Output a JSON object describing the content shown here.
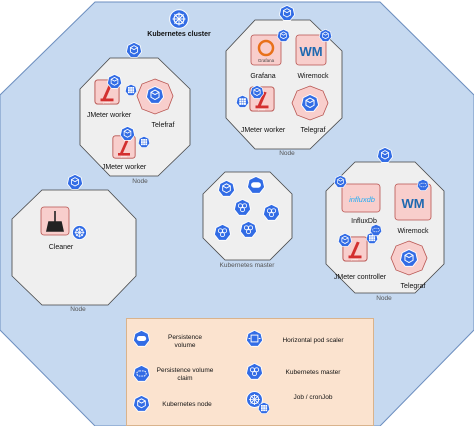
{
  "cluster": {
    "title": "Kubernetes cluster"
  },
  "nodes": {
    "left_top": {
      "label": "Node",
      "pods": [
        "JMeter worker",
        "Telefraf",
        "JMeter worker"
      ]
    },
    "right_top": {
      "label": "Node",
      "pods": [
        "Grafana",
        "Wiremock",
        "JMeter worker",
        "Telegraf"
      ]
    },
    "left_bottom": {
      "label": "Node",
      "pods": [
        "Cleaner"
      ]
    },
    "master": {
      "label": "Kubernetes master"
    },
    "right_bottom": {
      "label": "Node",
      "pods": [
        "InfluxDb",
        "Wiremock",
        "JMeter controller",
        "Telegraf"
      ]
    }
  },
  "logos": {
    "grafana": "Grafana",
    "wiremock": "WM",
    "influxdb": "influxdb",
    "jmeter": "jmeter"
  },
  "legend": {
    "items": [
      "Persistence volume",
      "Horizontal pod scaler",
      "Persistence volume claim",
      "Kubernetes master",
      "Kubernetes node",
      "Job / cronJob"
    ]
  },
  "colors": {
    "cluster_fill": "#c6d9f0",
    "node_fill": "#efefef",
    "pod_fill": "#f8cecc",
    "pod_stroke": "#b85450",
    "k8s_blue": "#326ce5",
    "legend_fill": "#fbe3cf"
  },
  "icons": [
    "kubernetes-icon",
    "cube-icon",
    "pv-icon",
    "pvc-icon",
    "hpa-icon",
    "master-icon",
    "node-icon",
    "job-icon",
    "broom-icon"
  ]
}
